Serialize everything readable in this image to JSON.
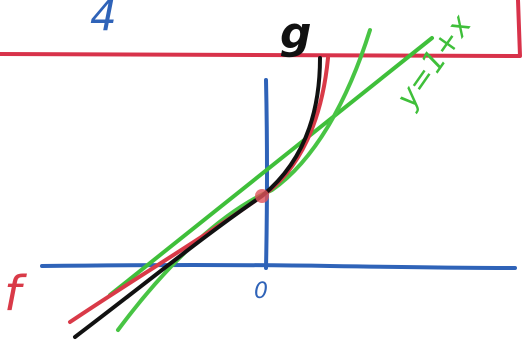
{
  "labels": {
    "number_top": "4",
    "curve_g": "g",
    "line_label": "y=1+x",
    "origin": "0",
    "curve_f": "f"
  },
  "colors": {
    "background": "#ffffff",
    "box_border": "#d8324a",
    "axis": "#2f63b8",
    "curve_black": "#111111",
    "curve_red": "#d93a48",
    "line_green": "#3fbf3a",
    "curve_green": "#48c444",
    "dot": "#e0535a"
  }
}
